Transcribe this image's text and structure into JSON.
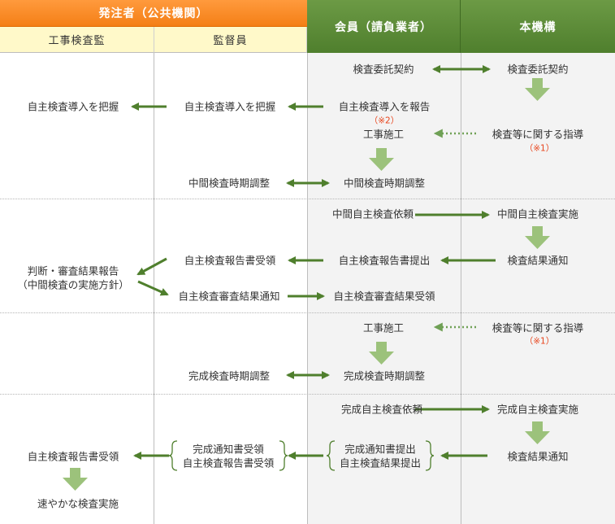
{
  "header": {
    "orderer": "発注者（公共機関）",
    "inspector": "工事検査監",
    "supervisor": "監督員",
    "member": "会員（請負業者）",
    "organization": "本機構"
  },
  "labels": {
    "contract_member": "検査委託契約",
    "contract_org": "検査委託契約",
    "grasp_inspector": "自主検査導入を把握",
    "grasp_supervisor": "自主検査導入を把握",
    "report_intro": "自主検査導入を報告",
    "note2": "（※2）",
    "construction1": "工事施工",
    "guidance1": "検査等に関する指導",
    "note1a": "（※1）",
    "mid_sched_sup": "中間検査時期調整",
    "mid_sched_mem": "中間検査時期調整",
    "mid_req": "中間自主検査依頼",
    "mid_exec": "中間自主検査実施",
    "judge_line1": "判断・審査結果報告",
    "judge_line2": "（中間検査の実施方針）",
    "mid_recv_report": "自主検査報告書受領",
    "mid_submit_report": "自主検査報告書提出",
    "mid_result_notice": "検査結果通知",
    "mid_review_notice": "自主検査審査結果通知",
    "mid_review_recv": "自主検査審査結果受領",
    "construction2": "工事施工",
    "guidance2": "検査等に関する指導",
    "note1b": "（※1）",
    "fin_sched_sup": "完成検査時期調整",
    "fin_sched_mem": "完成検査時期調整",
    "fin_req": "完成自主検査依頼",
    "fin_exec": "完成自主検査実施",
    "fin_recv_sup_1": "完成通知書受領",
    "fin_recv_sup_2": "自主検査報告書受領",
    "fin_submit_1": "完成通知書提出",
    "fin_submit_2": "自主検査結果提出",
    "fin_result_notice": "検査結果通知",
    "fin_recv_inspector": "自主検査報告書受領",
    "quick_inspection": "速やかな検査実施"
  },
  "colors": {
    "orange": "#f4861f",
    "green_header": "#5b8a37",
    "arrow_dark": "#4f7f2d",
    "arrow_light": "#9cc27b",
    "note_red": "#e8441c"
  }
}
